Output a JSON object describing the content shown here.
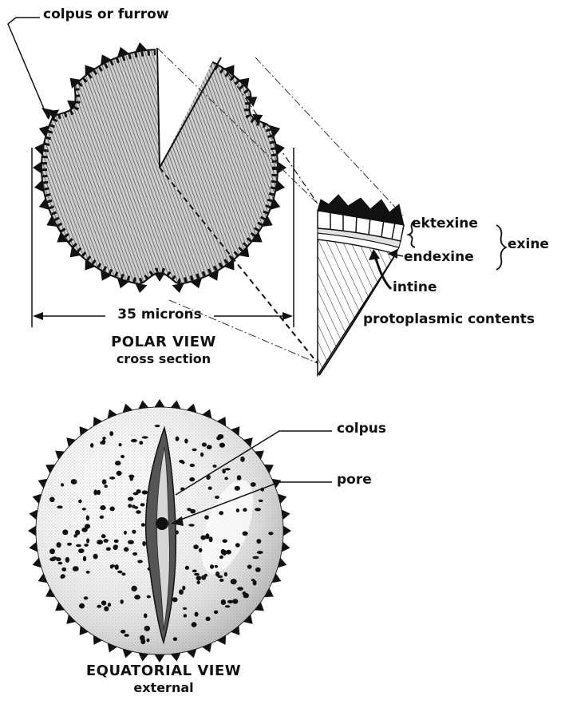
{
  "labels": {
    "colpus_or_furrow": "colpus or furrow",
    "ektexine": "ektexine",
    "endexine": "endexine",
    "exine": "exine",
    "intine": "intine",
    "protoplasmic_contents": "protoplasmic contents",
    "microns": "35 microns",
    "polar_view_title": "POLAR VIEW",
    "polar_view_sub": "cross section",
    "colpus": "colpus",
    "pore": "pore",
    "equatorial_view_title": "EQUATORIAL VIEW",
    "equatorial_view_sub": "external"
  },
  "colors": {
    "ink": "#111111",
    "hatch": "#444444",
    "stipple": "#d8d8d8",
    "paper": "#ffffff"
  }
}
